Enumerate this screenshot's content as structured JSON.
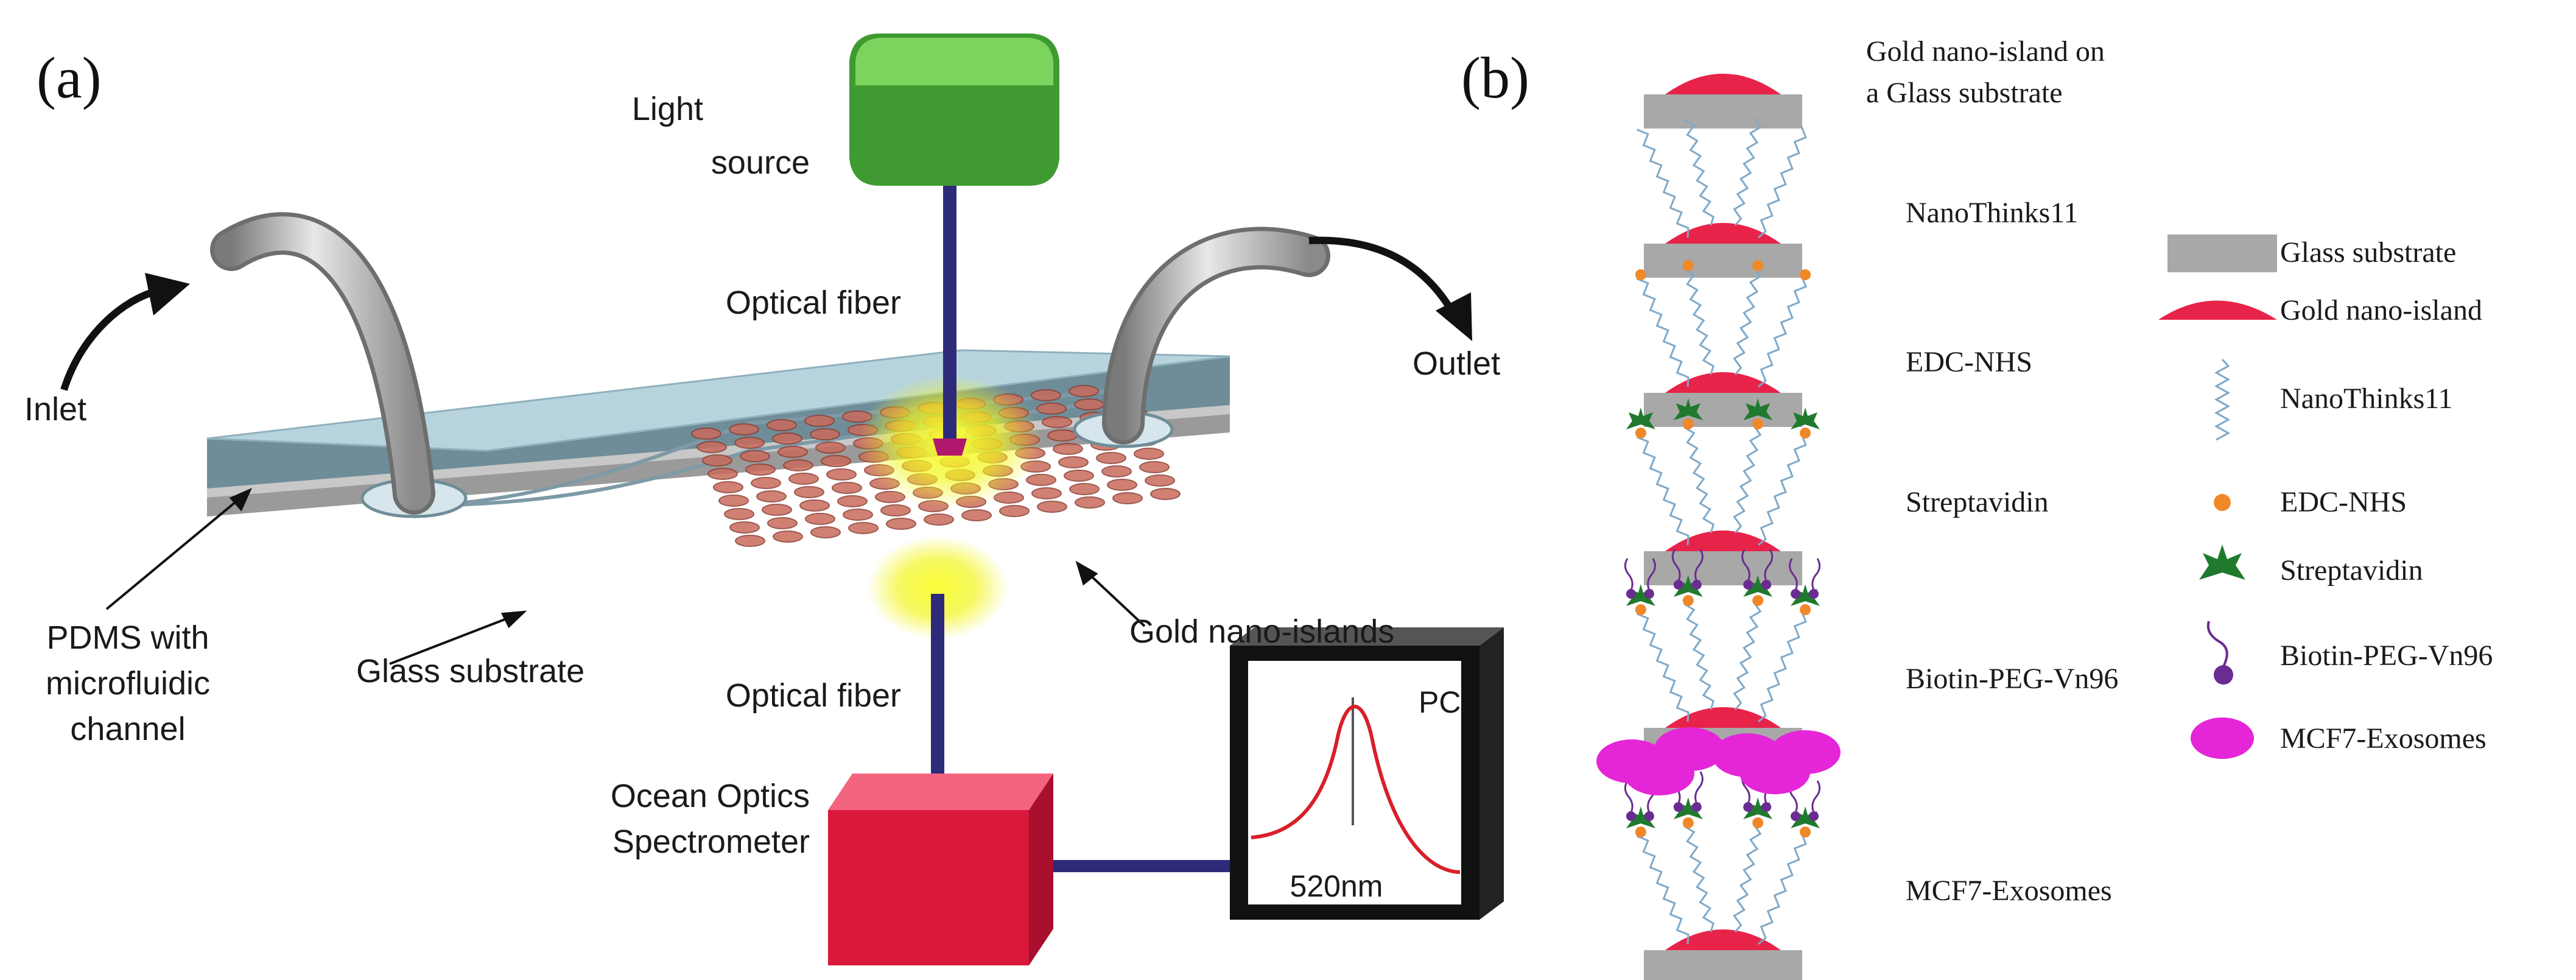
{
  "panel_a": {
    "label": "(a)",
    "light_source": [
      "Light",
      "source"
    ],
    "optical_fiber_top": "Optical fiber",
    "optical_fiber_bottom": "Optical fiber",
    "inlet": "Inlet",
    "outlet": "Outlet",
    "pdms": [
      "PDMS with",
      "microfluidic",
      "channel"
    ],
    "glass_substrate": "Glass substrate",
    "gold_nano_islands": "Gold nano-islands",
    "spectrometer": [
      "Ocean Optics",
      "Spectrometer"
    ],
    "pc_label": "PC",
    "peak_label": "520nm"
  },
  "panel_b": {
    "label": "(b)",
    "steps": [
      [
        "Gold nano-island on",
        "a  Glass substrate"
      ],
      [
        "NanoThinks11"
      ],
      [
        "EDC-NHS"
      ],
      [
        "Streptavidin"
      ],
      [
        "Biotin-PEG-Vn96"
      ],
      [
        "MCF7-Exosomes"
      ]
    ],
    "legend": [
      "Glass substrate",
      "Gold nano-island",
      "NanoThinks11",
      "EDC-NHS",
      "Streptavidin",
      "Biotin-PEG-Vn96",
      "MCF7-Exosomes"
    ]
  },
  "colors": {
    "gold_island": "#e8234a",
    "glass": "#a8a8a8",
    "light_green": "#4aa83a",
    "fiber": "#2e2a7a",
    "spectrometer": "#d9183c",
    "linker": "#7fa9c9",
    "edc_nhs": "#f0882a",
    "streptavidin": "#1f7a2e",
    "biotin": "#6a2c91",
    "exosome": "#e526d8"
  }
}
